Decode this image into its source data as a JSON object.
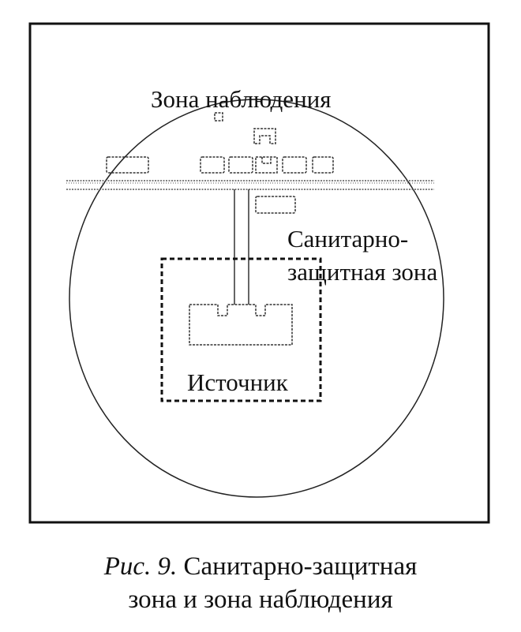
{
  "diagram": {
    "label_observation_zone": "Зона наблюдения",
    "label_sanitary_zone_line1": "Санитарно-",
    "label_sanitary_zone_line2": "защитная зона",
    "label_source": "Источник"
  },
  "caption": {
    "prefix": "Рис. 9.",
    "line1_rest": " Санитарно-защитная",
    "line2": "зона и зона наблюдения"
  }
}
